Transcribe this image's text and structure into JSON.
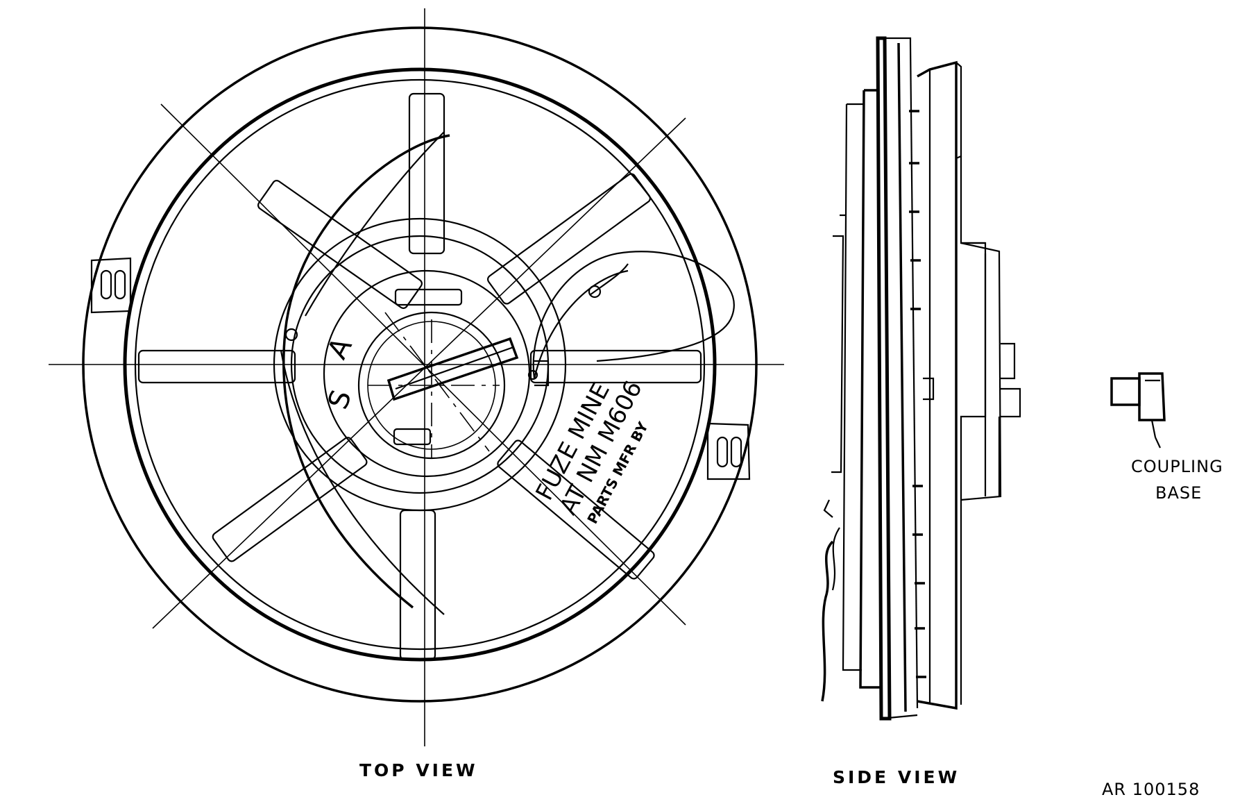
{
  "views": {
    "top_caption": "TOP VIEW",
    "side_caption": "SIDE VIEW",
    "coupling_label_line1": "COUPLING",
    "coupling_label_line2": "BASE",
    "figure_id": "AR 100158"
  },
  "markings": {
    "arm_letter": "A",
    "safe_letter": "S",
    "fuze_line1": "FUZE MINE",
    "fuze_line2": "AT NM M606",
    "fuze_line3": "PARTS MFR BY"
  },
  "colors": {
    "ink": "#000000",
    "paper": "#ffffff"
  }
}
